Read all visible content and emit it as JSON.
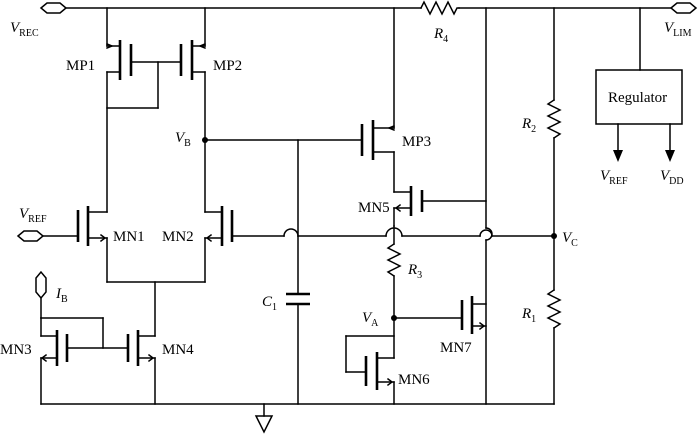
{
  "diagram": {
    "nets": {
      "vrec": {
        "name": "V",
        "sub": "REC"
      },
      "vlim": {
        "name": "V",
        "sub": "LIM"
      },
      "vref": {
        "name": "V",
        "sub": "REF"
      },
      "vb": {
        "name": "V",
        "sub": "B"
      },
      "vc": {
        "name": "V",
        "sub": "C"
      },
      "va": {
        "name": "V",
        "sub": "A"
      },
      "ib": {
        "name": "I",
        "sub": "B"
      },
      "vref_out": {
        "name": "V",
        "sub": "REF"
      },
      "vdd_out": {
        "name": "V",
        "sub": "DD"
      }
    },
    "components": {
      "mp1": "MP1",
      "mp2": "MP2",
      "mp3": "MP3",
      "mn1": "MN1",
      "mn2": "MN2",
      "mn3": "MN3",
      "mn4": "MN4",
      "mn5": "MN5",
      "mn6": "MN6",
      "mn7": "MN7",
      "r1": {
        "name": "R",
        "sub": "1"
      },
      "r2": {
        "name": "R",
        "sub": "2"
      },
      "r3": {
        "name": "R",
        "sub": "3"
      },
      "r4": {
        "name": "R",
        "sub": "4"
      },
      "c1": {
        "name": "C",
        "sub": "1"
      },
      "regulator": "Regulator"
    }
  }
}
